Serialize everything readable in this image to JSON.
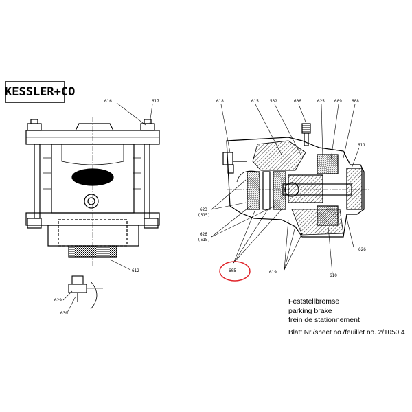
{
  "logo": {
    "text": "KESSLER+CO",
    "color": "#000000"
  },
  "left_view": {
    "callouts": {
      "p616": "616",
      "p617": "617",
      "p612": "612",
      "p629": "629",
      "p630": "630"
    }
  },
  "right_view": {
    "callouts": {
      "p618": "618",
      "p615": "615",
      "p532": "532",
      "p606": "606",
      "p625": "625",
      "p609": "609",
      "p608": "608",
      "p611": "611",
      "p623": "623",
      "p623b": "(615)",
      "p626l": "626",
      "p626lb": "(615)",
      "p605": "605",
      "p619": "619",
      "p610": "610",
      "p626r": "626"
    },
    "highlight": {
      "target": "605",
      "color": "#e0242a"
    }
  },
  "title_block": {
    "line_de": "Feststellbremse",
    "line_en": "parking brake",
    "line_fr": "frein de stationnement",
    "sheet": "Blatt Nr./sheet no./feuillet no. 2/1050.4"
  }
}
